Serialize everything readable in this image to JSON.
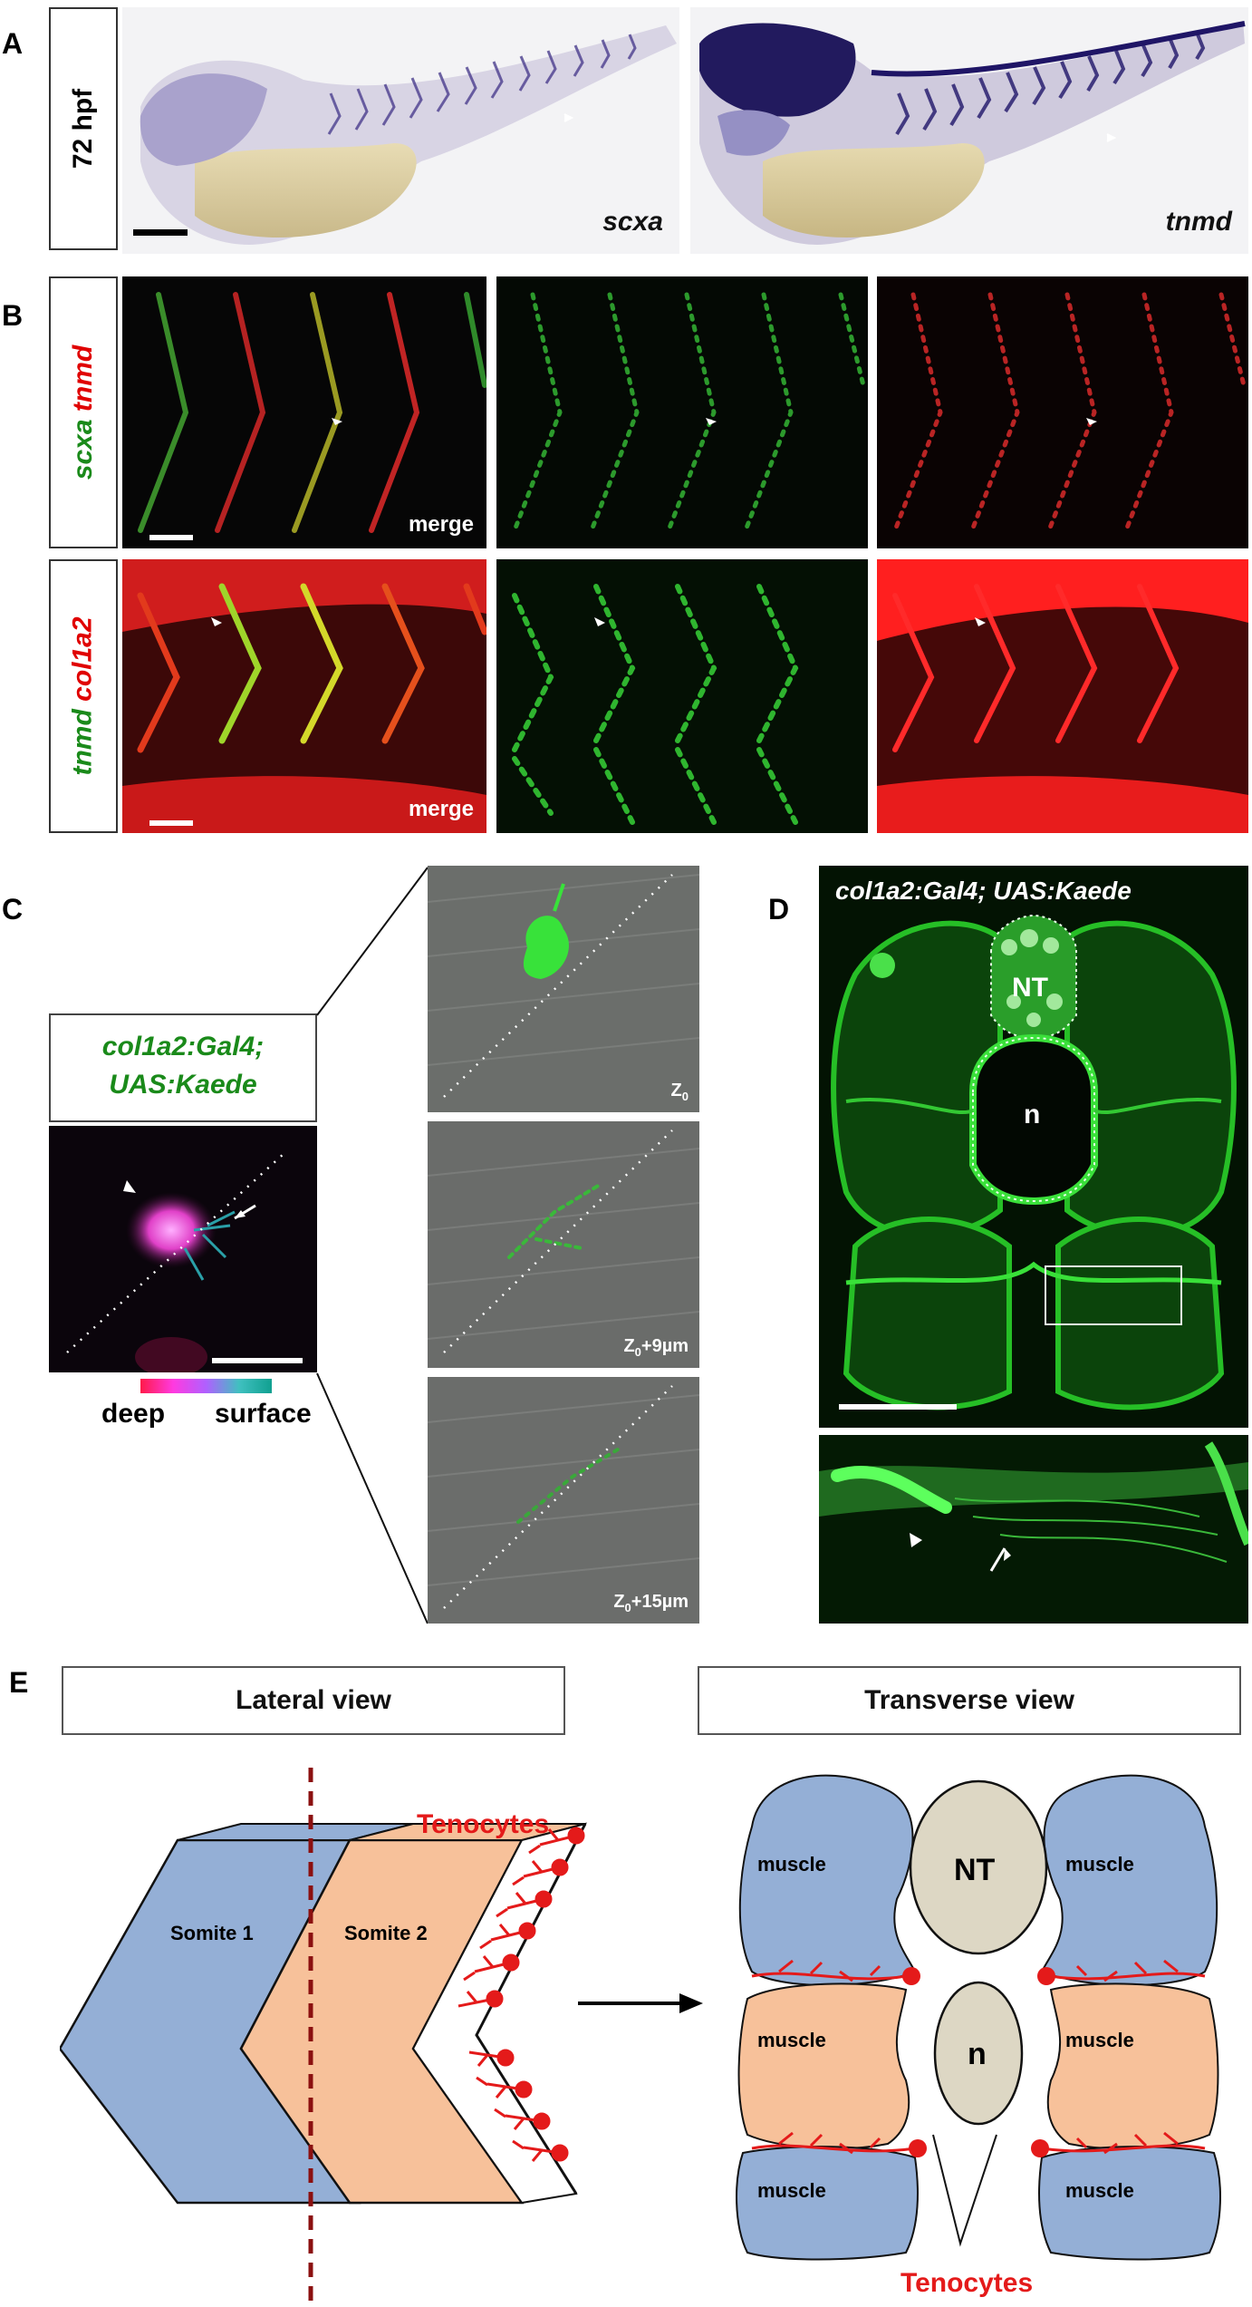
{
  "panel_letters": {
    "a": "A",
    "b": "B",
    "c": "C",
    "d": "D",
    "e": "E"
  },
  "panel_a": {
    "stage_label": "72 hpf",
    "images": [
      {
        "gene": "scxa"
      },
      {
        "gene": "tnmd"
      }
    ]
  },
  "panel_b": {
    "row1": {
      "label_green": "scxa",
      "label_red": "tnmd",
      "merge_label": "merge"
    },
    "row2": {
      "label_green": "tnmd",
      "label_red": "col1a2",
      "merge_label": "merge"
    }
  },
  "panel_c": {
    "transgene_line1": "col1a2:Gal4;",
    "transgene_line2": "UAS:Kaede",
    "depth_deep": "deep",
    "depth_surface": "surface",
    "z_labels": [
      {
        "base": "Z",
        "sub": "0",
        "suffix": ""
      },
      {
        "base": "Z",
        "sub": "0",
        "suffix": "+9µm"
      },
      {
        "base": "Z",
        "sub": "0",
        "suffix": "+15µm"
      }
    ]
  },
  "panel_d": {
    "transgene": "col1a2:Gal4; UAS:Kaede",
    "nt_label": "NT",
    "n_label": "n"
  },
  "panel_e": {
    "lateral_header": "Lateral view",
    "transverse_header": "Transverse view",
    "tenocytes_label_top": "Tenocytes",
    "tenocytes_label_bottom": "Tenocytes",
    "somite1": "Somite 1",
    "somite2": "Somite 2",
    "muscle_label": "muscle",
    "nt_label": "NT",
    "n_label": "n",
    "colors": {
      "blue_muscle": "#94afd6",
      "orange_muscle": "#f7c19a",
      "tenocyte_red": "#e41a1a",
      "neural": "#ddd7c4"
    }
  }
}
